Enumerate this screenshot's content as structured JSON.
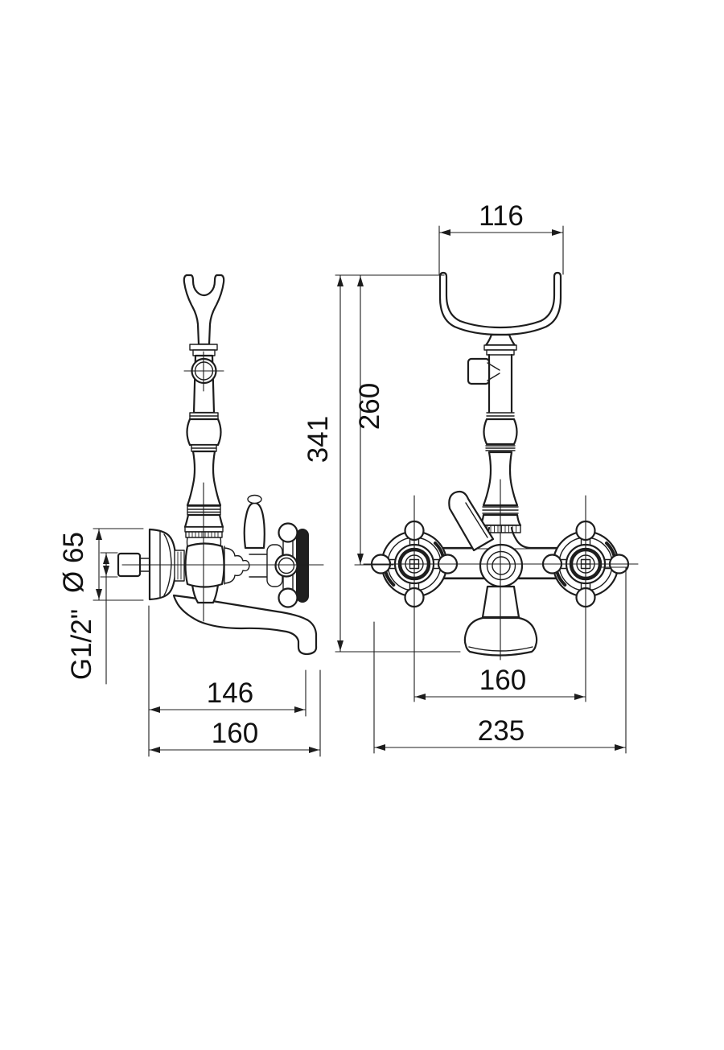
{
  "drawing": {
    "background": "#ffffff",
    "line_color": "#1d1d1d",
    "labels": {
      "cradle_width": "116",
      "total_height": "341",
      "cradle_to_axis_height": "260",
      "flange_diameter": "Ø 65",
      "connection_thread": "G1/2\"",
      "spout_reach": "146",
      "spout_max_reach": "160",
      "handle_center_distance": "160",
      "overall_width": "235"
    }
  }
}
